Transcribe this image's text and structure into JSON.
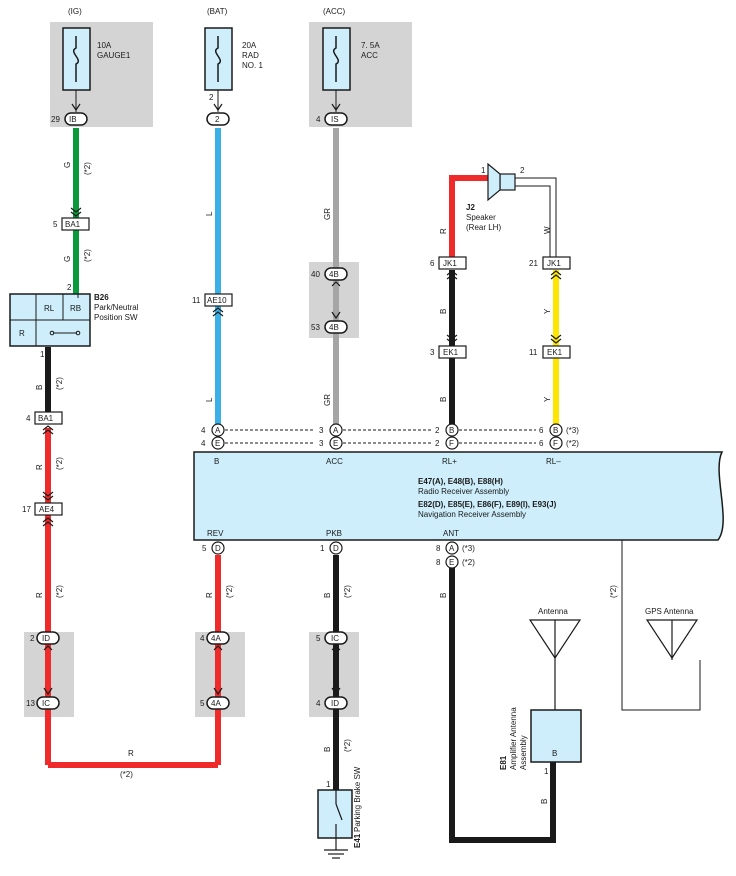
{
  "fuses": {
    "ig": {
      "source": "(IG)",
      "rating": "10A",
      "name": "GAUGE1"
    },
    "bat": {
      "source": "(BAT)",
      "rating": "20A",
      "name1": "RAD",
      "name2": "NO. 1"
    },
    "acc": {
      "source": "(ACC)",
      "rating": "7. 5A",
      "name": "ACC"
    }
  },
  "junctions": {
    "ib": "IB",
    "ib_pin": "29",
    "bat2": "2",
    "bat2_pin": "2",
    "bat2_top": "2",
    "is": "IS",
    "is_pin": "4",
    "ba1a": "BA1",
    "ba1a_pin": "5",
    "ae10": "AE10",
    "ae10_pin": "11",
    "b4a": "4B",
    "b4a_pin": "40",
    "b4b": "4B",
    "b4b_pin": "53",
    "jk1a": "JK1",
    "jk1a_pin": "6",
    "jk1b": "JK1",
    "jk1b_pin": "21",
    "ek1a": "EK1",
    "ek1a_pin": "3",
    "ek1b": "EK1",
    "ek1b_pin": "11",
    "ba1b": "BA1",
    "ba1b_pin": "4",
    "ae4": "AE4",
    "ae4_pin": "17",
    "id1": "ID",
    "id1_pin": "2",
    "ic1": "IC",
    "ic1_pin": "13",
    "a4a": "4A",
    "a4a_pin": "4",
    "a4b": "4A",
    "a4b_pin": "5",
    "ic2": "IC",
    "ic2_pin": "5",
    "id2": "ID",
    "id2_pin": "4"
  },
  "wires": {
    "g1": "G",
    "g1n": "(*2)",
    "g2": "G",
    "g2n": "(*2)",
    "l1": "L",
    "l2": "L",
    "gr1": "GR",
    "gr2": "GR",
    "r_spk": "R",
    "w_spk": "W",
    "b_jk": "B",
    "y_jk": "Y",
    "b_ek": "B",
    "y_ek": "Y",
    "b_b26": "B",
    "b_b26n": "(*2)",
    "r1": "R",
    "r1n": "(*2)",
    "r2": "R",
    "r2n": "(*2)",
    "r_rev": "R",
    "r_revn": "(*2)",
    "b_pkb": "B",
    "b_pkbn": "(*2)",
    "b_pkb2": "B",
    "b_pkb2n": "(*2)",
    "b_ant": "B",
    "b_amp": "B",
    "r_bottom": "R",
    "r_bottomn": "(*2)",
    "gps_n": "(*2)"
  },
  "b26": {
    "id": "B26",
    "name1": "Park/Neutral",
    "name2": "Position SW",
    "rl": "RL",
    "rb": "RB",
    "r": "R",
    "pin_top": "2",
    "pin_bot": "1"
  },
  "speaker": {
    "id": "J2",
    "name1": "Speaker",
    "name2": "(Rear LH)",
    "pin1": "1",
    "pin2": "2"
  },
  "receiver": {
    "line1": "E47(A), E48(B), E88(H)",
    "line2": "Radio Receiver Assembly",
    "line3": "E82(D), E85(E), E86(F), E89(I), E93(J)",
    "line4": "Navigation Receiver Assembly",
    "t_b": "B",
    "t_acc": "ACC",
    "t_rlp": "RL+",
    "t_rlm": "RL–",
    "b_rev": "REV",
    "b_pkb": "PKB",
    "b_ant": "ANT",
    "pins_top_a": {
      "b": "4",
      "acc": "3",
      "rlp": "2",
      "rlm": "6"
    },
    "pins_top_e": {
      "b": "4",
      "acc": "3",
      "rlp": "2",
      "rlm": "6"
    },
    "letters_top1": {
      "b": "A",
      "acc": "A",
      "rlp": "B",
      "rlm": "B"
    },
    "letters_top2": {
      "b": "E",
      "acc": "E",
      "rlp": "F",
      "rlm": "F"
    },
    "note_top1": "(*3)",
    "note_top2": "(*2)",
    "rev_pin": "5",
    "rev_let": "D",
    "pkb_pin": "1",
    "pkb_let": "D",
    "ant_pin1": "8",
    "ant_let1": "A",
    "ant_note1": "(*3)",
    "ant_pin2": "8",
    "ant_let2": "E",
    "ant_note2": "(*2)"
  },
  "antenna": {
    "label": "Antenna"
  },
  "gps": {
    "label": "GPS Antenna"
  },
  "amp": {
    "id": "E81",
    "name1": "Amplifier Antenna",
    "name2": "Assembly",
    "term": "B",
    "pin": "1"
  },
  "brake": {
    "id": "E41",
    "name": "Parking Brake SW",
    "pin": "1"
  },
  "colors": {
    "green": "#0a9a3c",
    "blue": "#3ab0e6",
    "gray": "#a5a5a5",
    "red": "#ee2a2a",
    "black": "#1a1a1a",
    "yellow": "#ffe600",
    "comp": "#cdeefa",
    "shade": "#d4d4d4"
  }
}
